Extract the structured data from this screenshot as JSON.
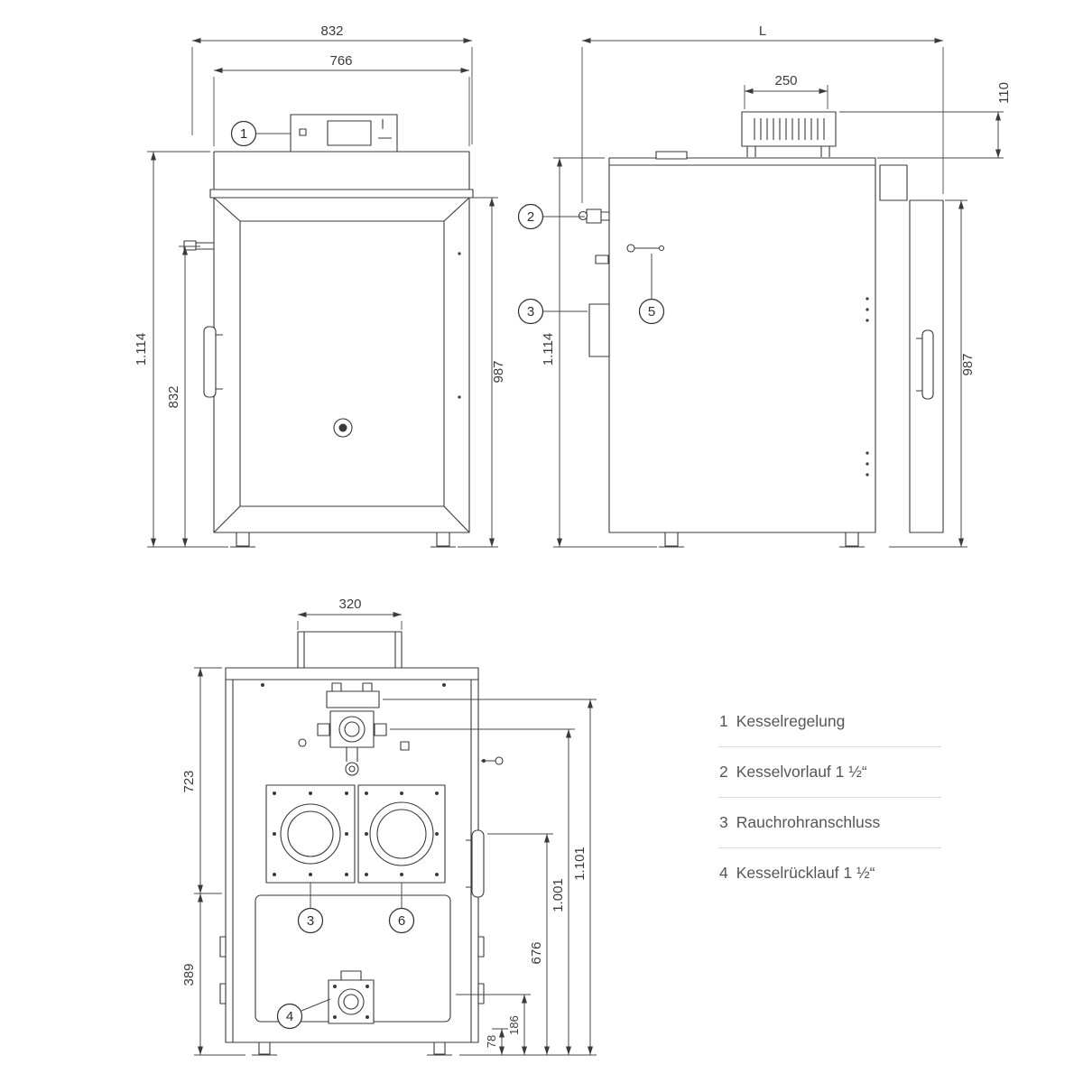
{
  "meta": {
    "background": "#ffffff",
    "line_color": "#3a3a3a"
  },
  "views": {
    "front": {
      "callout": "1",
      "dims": {
        "width_total": "832",
        "width_inner": "766",
        "height_total": "1.114",
        "height_handle": "832",
        "height_body": "987"
      }
    },
    "side": {
      "callout_flow": "2",
      "callout_flue": "3",
      "callout_handle": "5",
      "dims": {
        "length": "L",
        "control_width": "250",
        "control_height": "110",
        "height_total": "1.114",
        "height_body": "987"
      }
    },
    "rear": {
      "callout_flue": "3",
      "callout_port": "6",
      "callout_return": "4",
      "dims": {
        "flue_width": "320",
        "upper_height": "723",
        "lower_height": "389",
        "height_1101": "1.101",
        "height_1001": "1.001",
        "height_676": "676",
        "height_186": "186",
        "height_78": "78"
      }
    }
  },
  "legend": {
    "items": [
      {
        "no": "1",
        "label": "Kesselregelung"
      },
      {
        "no": "2",
        "label": "Kesselvorlauf 1 ½“"
      },
      {
        "no": "3",
        "label": "Rauchrohranschluss"
      },
      {
        "no": "4",
        "label": "Kesselrücklauf 1 ½“"
      }
    ]
  }
}
